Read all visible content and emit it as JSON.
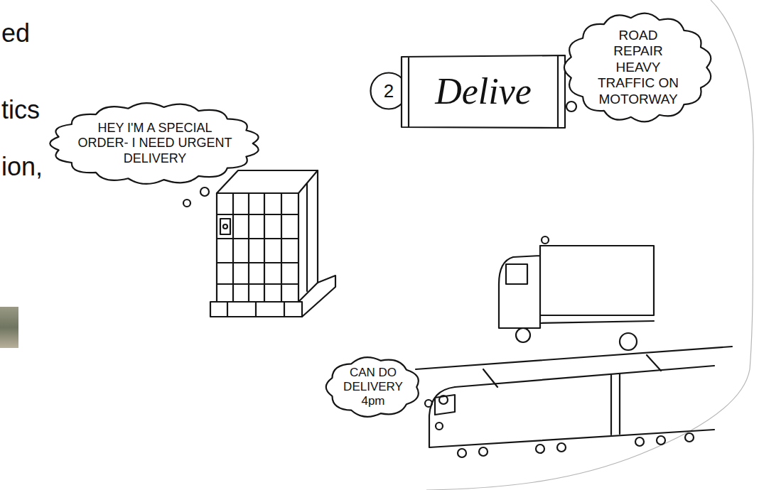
{
  "diagram": {
    "nodes": [
      {
        "text": [
          "HEY I'M A SPECIAL ORDER- I NEED URGENT DELIVERY"
        ]
      },
      {
        "text": [
          "2"
        ]
      },
      {
        "text": [
          "Delive"
        ]
      },
      {
        "text": [
          "ROAD REPAIR HEAVY TRAFFIC ON MOTORWAY"
        ]
      },
      {
        "text": [
          "CAN DO DELIVERY 4pm"
        ]
      }
    ],
    "labels": [
      "ed",
      "tics",
      "ion,"
    ]
  }
}
